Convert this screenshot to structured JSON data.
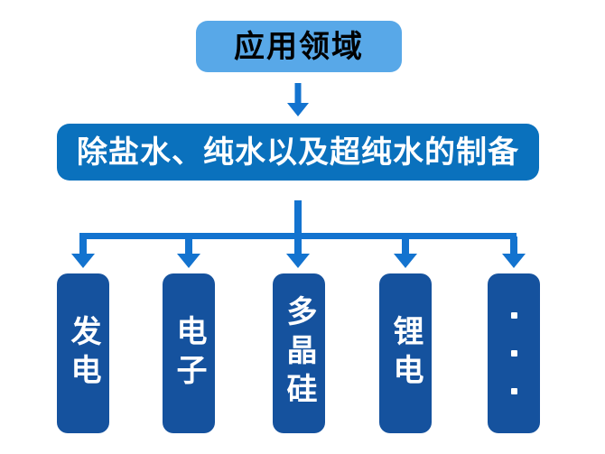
{
  "diagram": {
    "type": "flowchart-tree",
    "title_box": {
      "label": "应用领域"
    },
    "process_box": {
      "label": "除盐水、纯水以及超纯水的制备"
    },
    "branches": [
      {
        "label": "发电"
      },
      {
        "label": "电子"
      },
      {
        "label": "多晶硅"
      },
      {
        "label": "锂电"
      },
      {
        "label": "",
        "icon": "vertical-ellipsis",
        "dots": 3
      }
    ],
    "colors": {
      "title_box_fill": "#58a8e8",
      "title_box_text": "#000000",
      "process_box_fill": "#0a71bd",
      "process_box_text": "#ffffff",
      "branch_fill": "#15529e",
      "branch_text": "#ffffff",
      "connector": "#1373cf",
      "background": "#ffffff"
    }
  }
}
